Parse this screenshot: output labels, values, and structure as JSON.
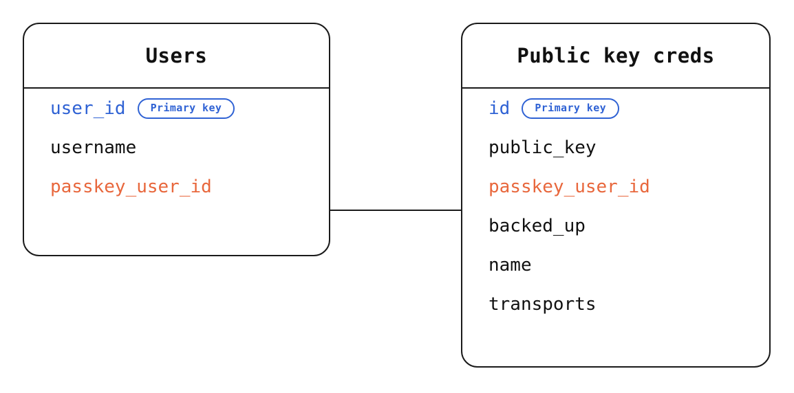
{
  "diagram": {
    "type": "entity-relationship-diagram",
    "background_color": "#ffffff",
    "line_color": "#1a1a1a",
    "colors": {
      "primary_key": "#2f62d4",
      "foreign_key": "#e8673c",
      "default_text": "#111111",
      "border": "#1a1a1a"
    },
    "badge_label": "Primary key",
    "entities": [
      {
        "id": "users",
        "title": "Users",
        "fields": [
          {
            "name": "user_id",
            "role": "primary",
            "badge": "Primary key"
          },
          {
            "name": "username",
            "role": "default",
            "badge": ""
          },
          {
            "name": "passkey_user_id",
            "role": "foreign",
            "badge": ""
          }
        ]
      },
      {
        "id": "public_key_creds",
        "title": "Public key creds",
        "fields": [
          {
            "name": "id",
            "role": "primary",
            "badge": "Primary key"
          },
          {
            "name": "public_key",
            "role": "default",
            "badge": ""
          },
          {
            "name": "passkey_user_id",
            "role": "foreign",
            "badge": ""
          },
          {
            "name": "backed_up",
            "role": "default",
            "badge": ""
          },
          {
            "name": "name",
            "role": "default",
            "badge": ""
          },
          {
            "name": "transports",
            "role": "default",
            "badge": ""
          }
        ]
      }
    ],
    "relationships": [
      {
        "from_entity": "users",
        "from_field": "passkey_user_id",
        "to_entity": "public_key_creds",
        "to_field": "passkey_user_id"
      }
    ]
  }
}
